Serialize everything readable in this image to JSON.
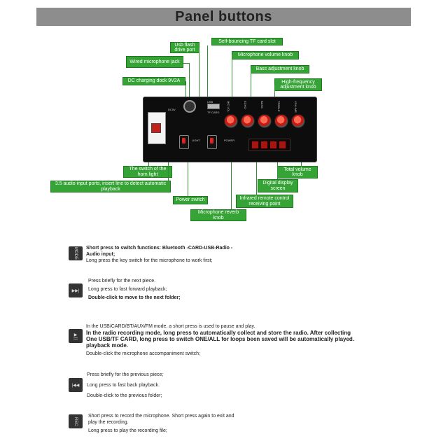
{
  "title": "Panel buttons",
  "labels": {
    "usb": "Usb flash drive port",
    "tf": "Self-bouncing TF card slot",
    "mic_jack": "Wired microphone jack",
    "mic_volume": "Microphone volume knob",
    "bass": "Bass adjustment knob",
    "dc": "DC charging dock 9V2A",
    "highfreq": "High-frequency adjustment knob",
    "horn_light": "The switch of the horn light",
    "total_volume": "Total volume knob",
    "aux": "3.5 audio input ports, insert line to detect automatic playback",
    "display": "Digital display screen",
    "ir": "Infrared remote control receiving point",
    "power": "Power switch",
    "reverb": "Microphone reverb knob"
  },
  "panel": {
    "knob_labels": [
      "MIC.VOL",
      "ECHO",
      "BASS",
      "TREBLE",
      "VOLUME"
    ],
    "port_labels": [
      "USB",
      "TF CARD"
    ],
    "switch_labels": [
      "LIGHT",
      "POWER"
    ],
    "jack_label": "DC5V"
  },
  "instructions": [
    {
      "icon": "MODE",
      "lines": [
        "Short press to switch functions: Bluetooth -CARD-USB-Radio - Audio input;",
        "Long press the key switch for the microphone to work first;"
      ]
    },
    {
      "icon": "▶▶|",
      "lines": [
        "Press briefly for the next piece.",
        "Long press to fast forward playback;",
        "Double-click to move to the next folder;"
      ]
    },
    {
      "icon": "▶||",
      "lines": [
        "In the USB/CARD/BT/AUX/FM mode, a short press is used to pause and play.",
        "In the radio recording mode, long press to automatically collect and store the radio. After collecting",
        "One USB/TF CARD, long press to switch ONE/ALL for loops been saved will be automatically played.",
        "playback mode.",
        "Double-click the microphone accompaniment switch;"
      ]
    },
    {
      "icon": "|◀◀",
      "lines": [
        "Press briefly for the previous piece;",
        "Long press to fast back playback.",
        "Double-click to the previous folder;"
      ]
    },
    {
      "icon": "REC",
      "lines": [
        "Short press to record the microphone. Short press again to exit and play the recording.",
        "Long press to play the recording file;"
      ]
    }
  ]
}
